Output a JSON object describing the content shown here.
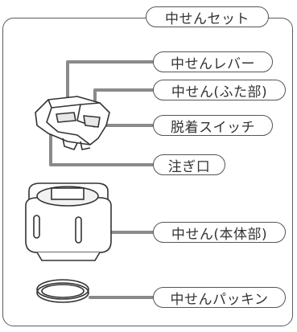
{
  "title": "中せんセット",
  "labels": {
    "lever": "中せんレバー",
    "cap": "中せん(ふた部)",
    "switch": "脱着スイッチ",
    "spout": "注ぎ口",
    "body": "中せん(本体部)",
    "gasket": "中せんパッキン"
  },
  "colors": {
    "line": "#8a8a8a",
    "outline": "#555555"
  }
}
